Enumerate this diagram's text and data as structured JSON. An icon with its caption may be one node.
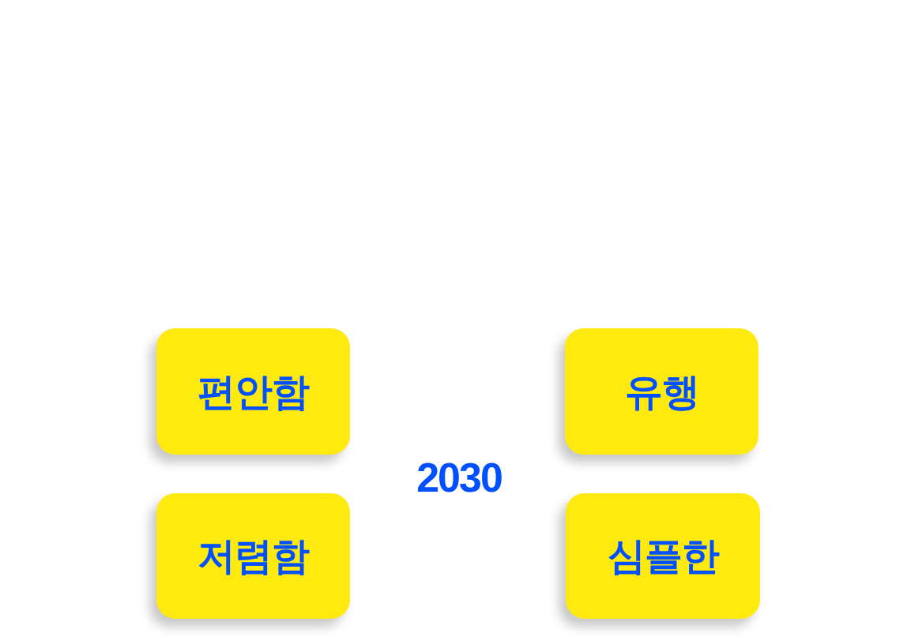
{
  "diagram": {
    "nodes": [
      {
        "text": [
          "편안함"
        ]
      },
      {
        "text": [
          "유행"
        ]
      },
      {
        "text": [
          "저렴함"
        ]
      },
      {
        "text": [
          "심플한"
        ]
      }
    ],
    "labels": [
      "2030"
    ]
  }
}
